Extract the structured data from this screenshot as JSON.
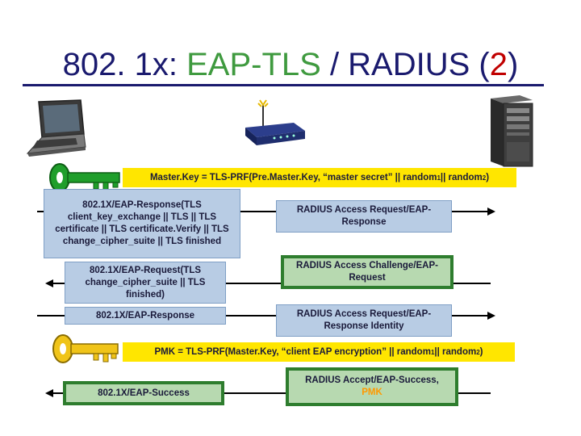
{
  "title": {
    "prefix": "802. 1x: ",
    "highlight": "EAP-TLS",
    "middle": " / RADIUS (",
    "number": "2",
    "suffix": ")"
  },
  "formulas": {
    "master_key": {
      "text": "Master.Key = TLS-PRF(Pre.Master.Key, “master secret” || random",
      "sub1": "1",
      "mid": " || random",
      "sub2": "2",
      "end": ")"
    },
    "pmk": {
      "text": "PMK = TLS-PRF(Master.Key, “client EAP encryption” || random",
      "sub1": "1",
      "mid": " || random",
      "sub2": "2",
      "end": ")"
    }
  },
  "messages": {
    "eap_response_tls": "802.1X/EAP-Response(TLS client_key_exchange || TLS || TLS certificate || TLS certificate.Verify || TLS change_cipher_suite || TLS finished",
    "radius_access_request_1": "RADIUS Access Request/EAP-Response",
    "eap_request_tls": "802.1X/EAP-Request(TLS change_cipher_suite || TLS finished)",
    "radius_access_challenge": "RADIUS Access Challenge/EAP-Request",
    "eap_response": "802.1X/EAP-Response",
    "radius_access_request_2": "RADIUS Access Request/EAP-Response Identity",
    "eap_success": "802.1X/EAP-Success",
    "radius_accept_text": "RADIUS Accept/EAP-Success, ",
    "radius_accept_pmk": "PMK"
  },
  "colors": {
    "title": "#1a1a6e",
    "title_accent_green": "#3f9a3f",
    "title_accent_red": "#c00000",
    "message_blue": "#b8cce4",
    "message_green": "#b7d9b0",
    "formula_yellow": "#ffe600",
    "pmk_text": "#ff9900"
  },
  "icons": [
    "laptop-icon",
    "wireless-router-icon",
    "server-tower-icon",
    "green-key-icon",
    "gold-key-icon"
  ]
}
